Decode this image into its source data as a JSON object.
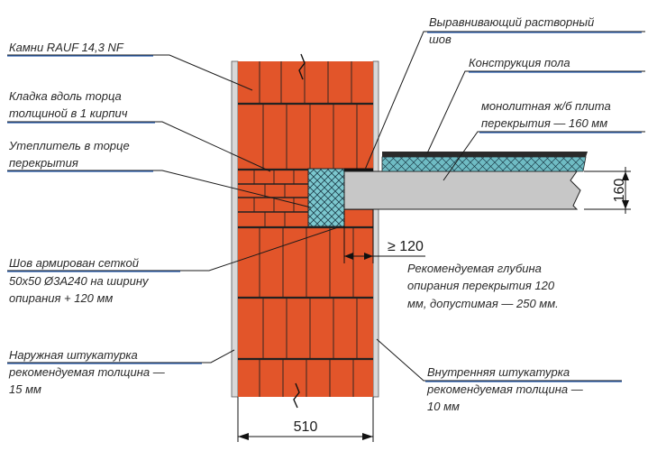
{
  "labels": {
    "stones": "Камни RAUF 14,3 NF",
    "masonry_l1": "Кладка вдоль торца",
    "masonry_l2": "толщиной в 1 кирпич",
    "insulation_l1": "Утеплитель в торце",
    "insulation_l2": "перекрытия",
    "seam_l1": "Шов армирован сеткой",
    "seam_l2": "50х50 Ø3А240 на ширину",
    "seam_l3": "опирания + 120 мм",
    "outer_l1": "Наружная штукатурка",
    "outer_l2": "рекомендуемая толщина —",
    "outer_l3": "15 мм",
    "leveling_l1": "Выравнивающий растворный",
    "leveling_l2": "шов",
    "floor": "Конструкция пола",
    "slab_l1": "монолитная ж/б плита",
    "slab_l2": "перекрытия — 160 мм",
    "depth_l1": "Рекомендуемая глубина",
    "depth_l2": "опирания перекрытия 120",
    "depth_l3": "мм, допустимая — 250 мм.",
    "inner_l1": "Внутренняя штукатурка",
    "inner_l2": "рекомендуемая толщина —",
    "inner_l3": "10 мм"
  },
  "dimensions": {
    "wall_thickness": "510",
    "slab_thickness": "160",
    "min_bearing": "≥ 120"
  },
  "colors": {
    "brick": "#e2552a",
    "brick_joint": "#222222",
    "insulation": "#7cc8cf",
    "slab": "#c7c7c7",
    "floor_insulation": "#6fbcc4",
    "floor_top": "#2a2a2a",
    "plaster": "#d8d8d8",
    "label_underline": "#2a5fb0"
  }
}
